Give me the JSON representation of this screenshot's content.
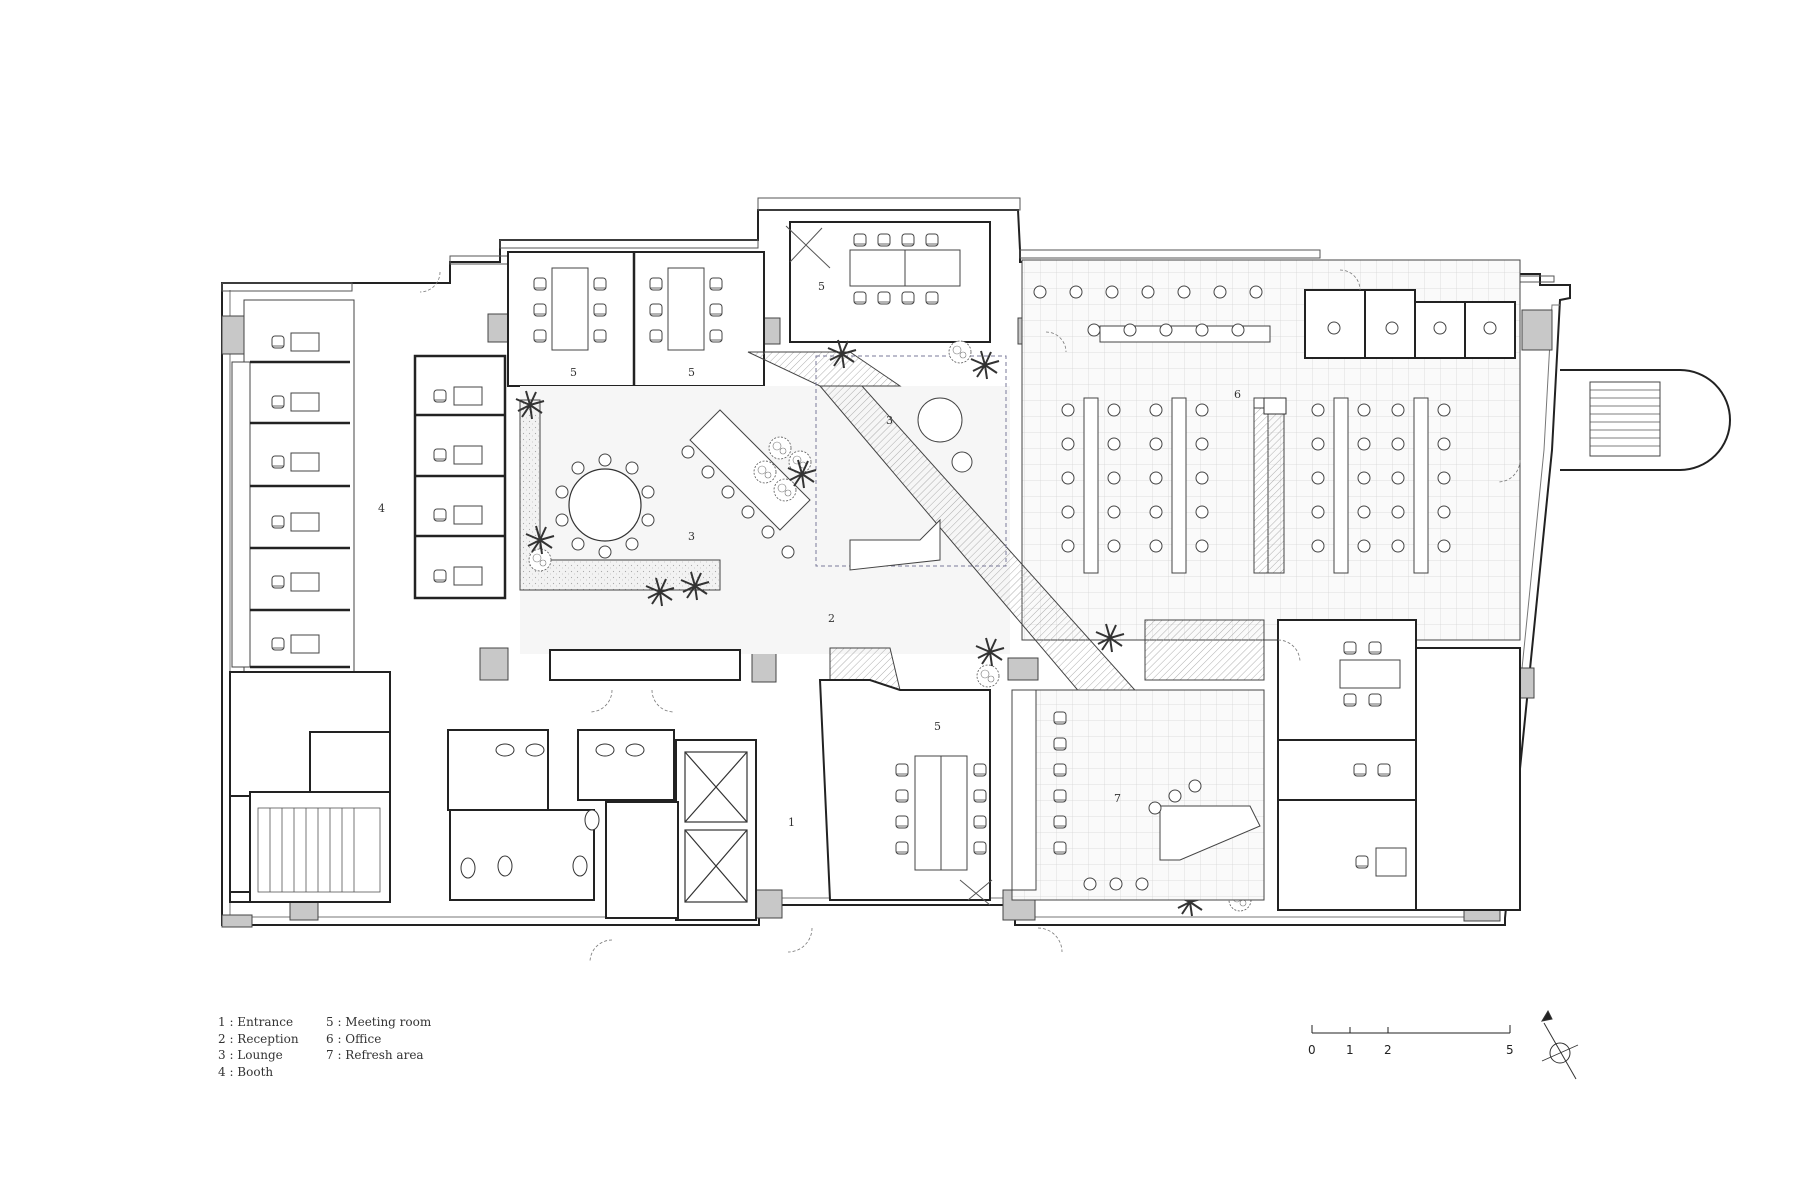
{
  "room_labels": {
    "booth": "4",
    "meeting_a": "5",
    "meeting_b": "5",
    "meeting_top": "5",
    "lounge_small": "3",
    "lounge_main": "3",
    "reception": "2",
    "office": "6",
    "meeting_c": "5",
    "entrance": "1",
    "refresh": "7"
  },
  "legend": [
    {
      "num": "1",
      "text": "Entrance"
    },
    {
      "num": "2",
      "text": "Reception"
    },
    {
      "num": "3",
      "text": "Lounge"
    },
    {
      "num": "4",
      "text": "Booth"
    },
    {
      "num": "5",
      "text": "Meeting room"
    },
    {
      "num": "6",
      "text": "Office"
    },
    {
      "num": "7",
      "text": "Refresh area"
    }
  ],
  "legend_lines": [
    "1 : Entrance",
    "2 : Reception",
    "3 : Lounge",
    "4 : Booth",
    "5 : Meeting room",
    "6 : Office",
    "7 : Refresh area"
  ],
  "scale_bar": {
    "ticks": [
      "0",
      "1",
      "2",
      "5"
    ]
  },
  "colors": {
    "wall": "#c8c8c8",
    "line": "#444444",
    "plant": "#5a5a5a"
  }
}
